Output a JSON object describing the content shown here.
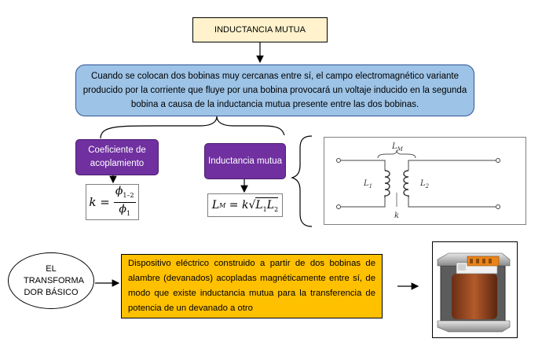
{
  "title": "INDUCTANCIA MUTUA",
  "definition": "Cuando se colocan dos bobinas muy cercanas entre sí, el campo electromagnético variante producido por la corriente que fluye por una bobina provocará un voltaje inducido en la segunda bobina a causa de la inductancia mutua presente entre las dos bobinas.",
  "coefficient": {
    "label": "Coeficiente de acoplamiento",
    "formula_lhs": "k =",
    "formula_num": "ϕ",
    "formula_num_sub": "1–2",
    "formula_den": "ϕ",
    "formula_den_sub": "1"
  },
  "mutual": {
    "label": "Inductancia mutua",
    "formula_L": "L",
    "formula_L_sub": "M",
    "formula_mid": " = k√",
    "formula_r1": "L",
    "formula_r1_sub": "1",
    "formula_r2": "L",
    "formula_r2_sub": "2"
  },
  "circuit": {
    "lm_label": "L",
    "lm_sub": "M",
    "l1_label": "L",
    "l1_sub": "1",
    "l2_label": "L",
    "l2_sub": "2",
    "k_label": "k"
  },
  "transformer": {
    "label": "EL TRANSFORMA DOR BÁSICO",
    "description": "Dispositivo eléctrico construido a partir de dos bobinas de alambre (devanados) acopladas magnéticamente entre sí, de modo que existe inductancia mutua para la transferencia de potencia de un devanado a otro"
  }
}
